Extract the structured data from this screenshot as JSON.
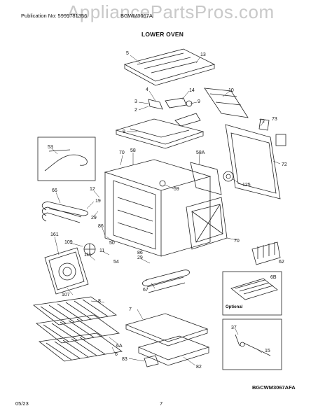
{
  "header": {
    "publication": "Publication No: 5995781356",
    "model": "BGWM3067A",
    "watermark": "AppliancePartsPros.com"
  },
  "title": "LOWER OVEN",
  "footer": {
    "date": "05/23",
    "page": "7"
  },
  "diagram_ref": "BGCWM3067AFA",
  "optional_label": "Optional",
  "callouts": [
    "5",
    "13",
    "10",
    "4",
    "14",
    "3",
    "9",
    "2",
    "73",
    "71",
    "8",
    "72",
    "53",
    "70",
    "58",
    "58A",
    "12",
    "59",
    "125",
    "66",
    "19",
    "29",
    "86",
    "109",
    "161",
    "50",
    "111",
    "54",
    "11",
    "70",
    "62",
    "29",
    "86",
    "67",
    "6B",
    "107",
    "8",
    "7",
    "37",
    "15",
    "6A",
    "6",
    "83",
    "82"
  ]
}
